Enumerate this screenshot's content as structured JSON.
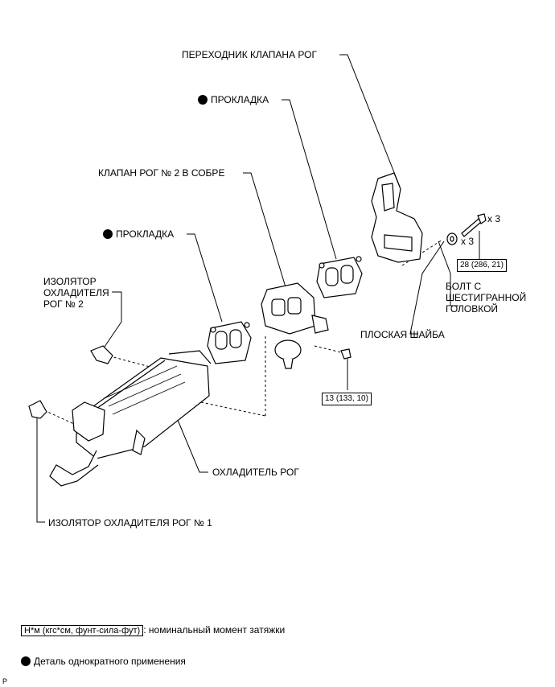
{
  "labels": {
    "egr_valve_adapter": "ПЕРЕХОДНИК КЛАПАНА РОГ",
    "gasket_top": "ПРОКЛАДКА",
    "egr_valve_no2": "КЛАПАН РОГ № 2 В СОБРЕ",
    "gasket_left": "ПРОКЛАДКА",
    "insulator_no2": "ИЗОЛЯТОР\nОХЛАДИТЕЛЯ\nРОГ № 2",
    "hex_bolt": "БОЛТ С\nШЕСТИГРАННОЙ\nГОЛОВКОЙ",
    "flat_washer": "ПЛОСКАЯ ШАЙБА",
    "egr_cooler": "ОХЛАДИТЕЛЬ РОГ",
    "insulator_no1": "ИЗОЛЯТОР ОХЛАДИТЕЛЯ РОГ № 1"
  },
  "quantities": {
    "bolt": "x 3",
    "washer": "x 3"
  },
  "torques": {
    "bolt": "28 (286, 21)",
    "valve_bolt": "13 (133, 10)"
  },
  "legend": {
    "torque_box": "Н*м (кгс*см, фунт-сила-фут)",
    "torque_text": ": номинальный момент затяжки",
    "single_use_text": "Деталь однократного применения"
  },
  "corner_code": "P"
}
